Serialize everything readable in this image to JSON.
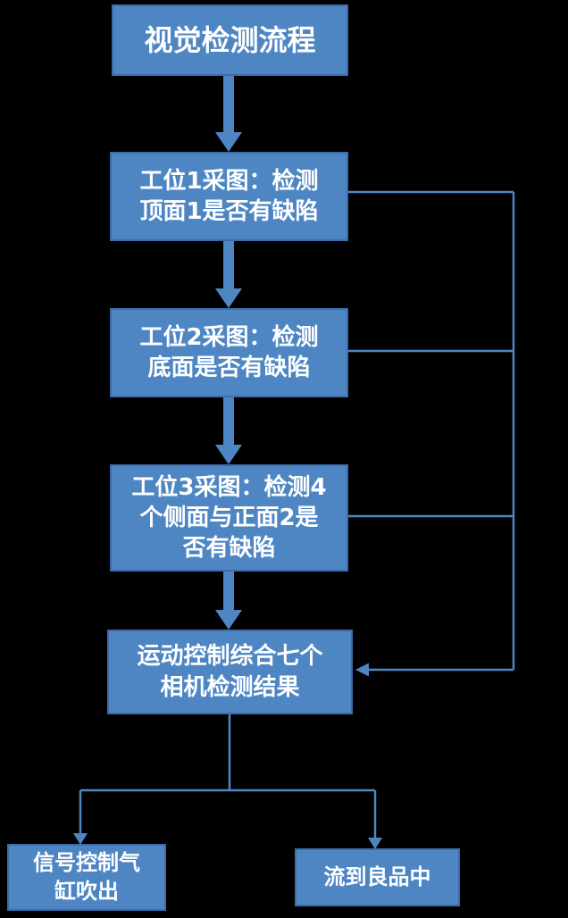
{
  "title": "视觉检测流程",
  "colors": {
    "box_fill": "#4E86C4",
    "box_border": "#3D6DA8",
    "arrow": "#4E86C4",
    "text": "#FFFFFF",
    "background": "#000000"
  },
  "nodes": {
    "title": {
      "label": "视觉检测流程"
    },
    "station1": {
      "label": "工位1采图：检测\n顶面1是否有缺陷"
    },
    "station2": {
      "label": "工位2采图：检测\n底面是否有缺陷"
    },
    "station3": {
      "label": "工位3采图：检测4\n个侧面与正面2是\n否有缺陷"
    },
    "motion": {
      "label": "运动控制综合七个\n相机检测结果"
    },
    "reject": {
      "label": "信号控制气\n缸吹出"
    },
    "pass": {
      "label": "流到良品中"
    }
  }
}
